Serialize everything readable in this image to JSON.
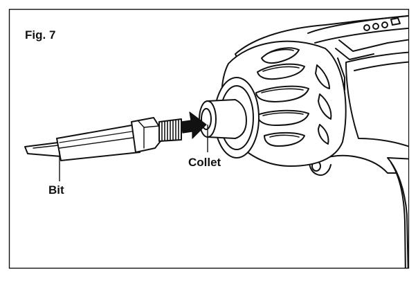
{
  "figure": {
    "label": "Fig. 7",
    "callouts": {
      "bit": "Bit",
      "collet": "Collet"
    }
  },
  "colors": {
    "line": "#111111",
    "background": "#ffffff",
    "arrow": "#111111"
  }
}
